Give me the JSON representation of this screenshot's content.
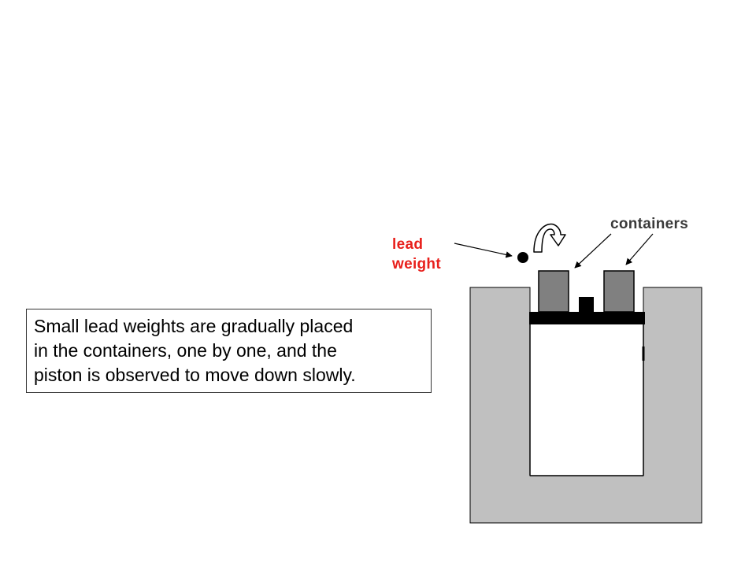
{
  "labels": {
    "lead_weight": [
      "lead",
      "weight"
    ],
    "containers": "containers"
  },
  "caption": {
    "lines": [
      "Small lead weights are gradually placed",
      "in the containers, one by one, and the",
      "piston is observed to move down slowly."
    ]
  },
  "colors": {
    "cylinder_wall": "#c0c0c0",
    "piston": "#000000",
    "containers": "#808080",
    "lead_label": "#e8201c",
    "containers_label": "#3a3a3a",
    "outline": "#000000"
  }
}
